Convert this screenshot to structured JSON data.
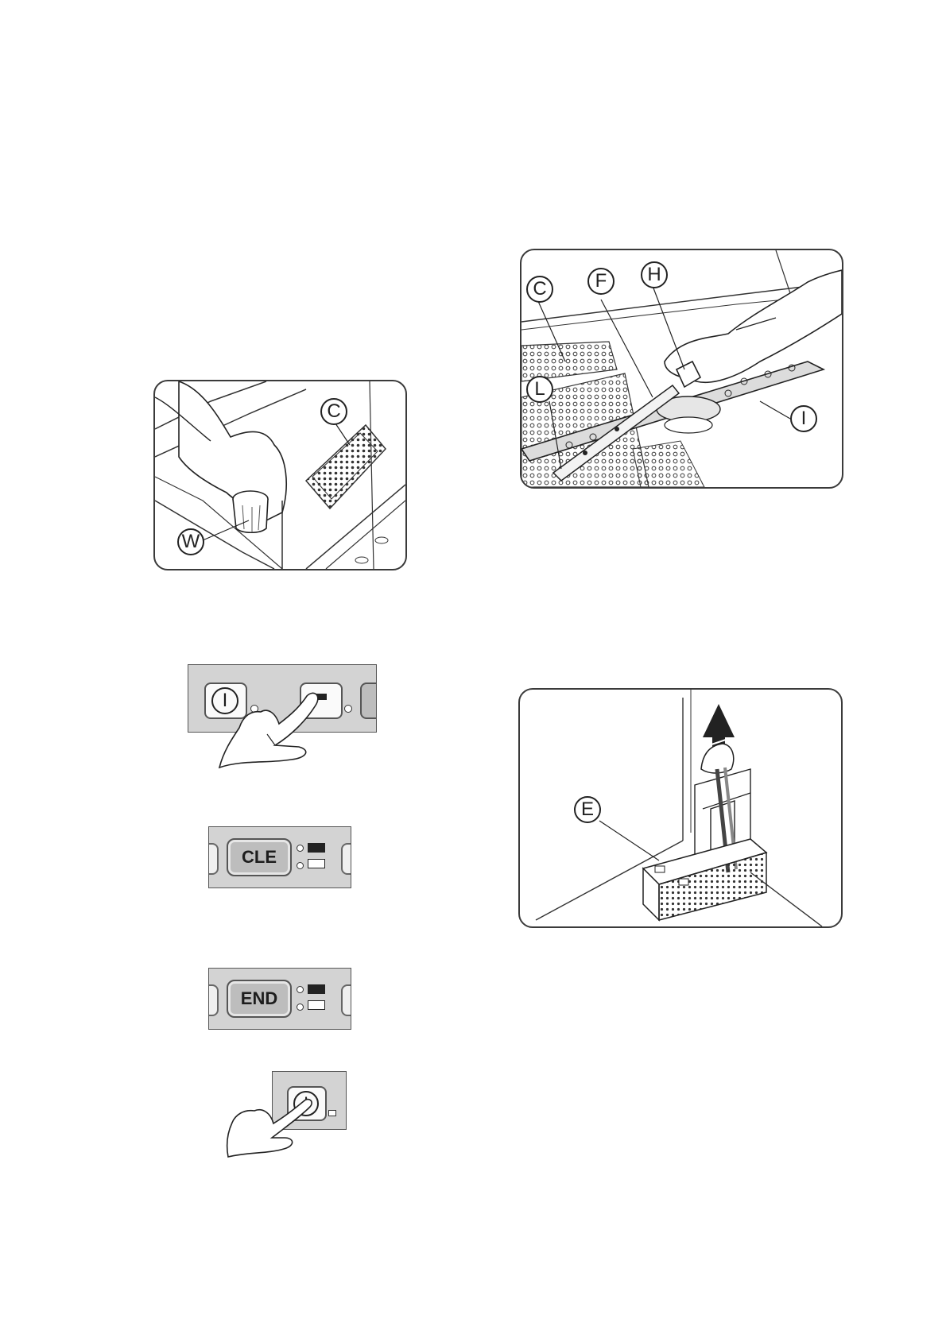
{
  "figure_filter": {
    "callouts": {
      "c": "C",
      "w": "W"
    }
  },
  "figure_arms": {
    "callouts": {
      "c": "C",
      "f": "F",
      "h": "H",
      "l": "L",
      "i": "I"
    }
  },
  "figure_power_key": {
    "power_symbol": "I"
  },
  "figure_cle_display": {
    "display_text": "CLE"
  },
  "figure_end_display": {
    "display_text": "END"
  },
  "figure_element": {
    "callouts": {
      "e": "E"
    }
  },
  "figure_final_key": {
    "power_symbol": "I"
  },
  "colors": {
    "panel_gray": "#d3d3d3",
    "line": "#222222",
    "display_gray": "#bdbdbd"
  }
}
